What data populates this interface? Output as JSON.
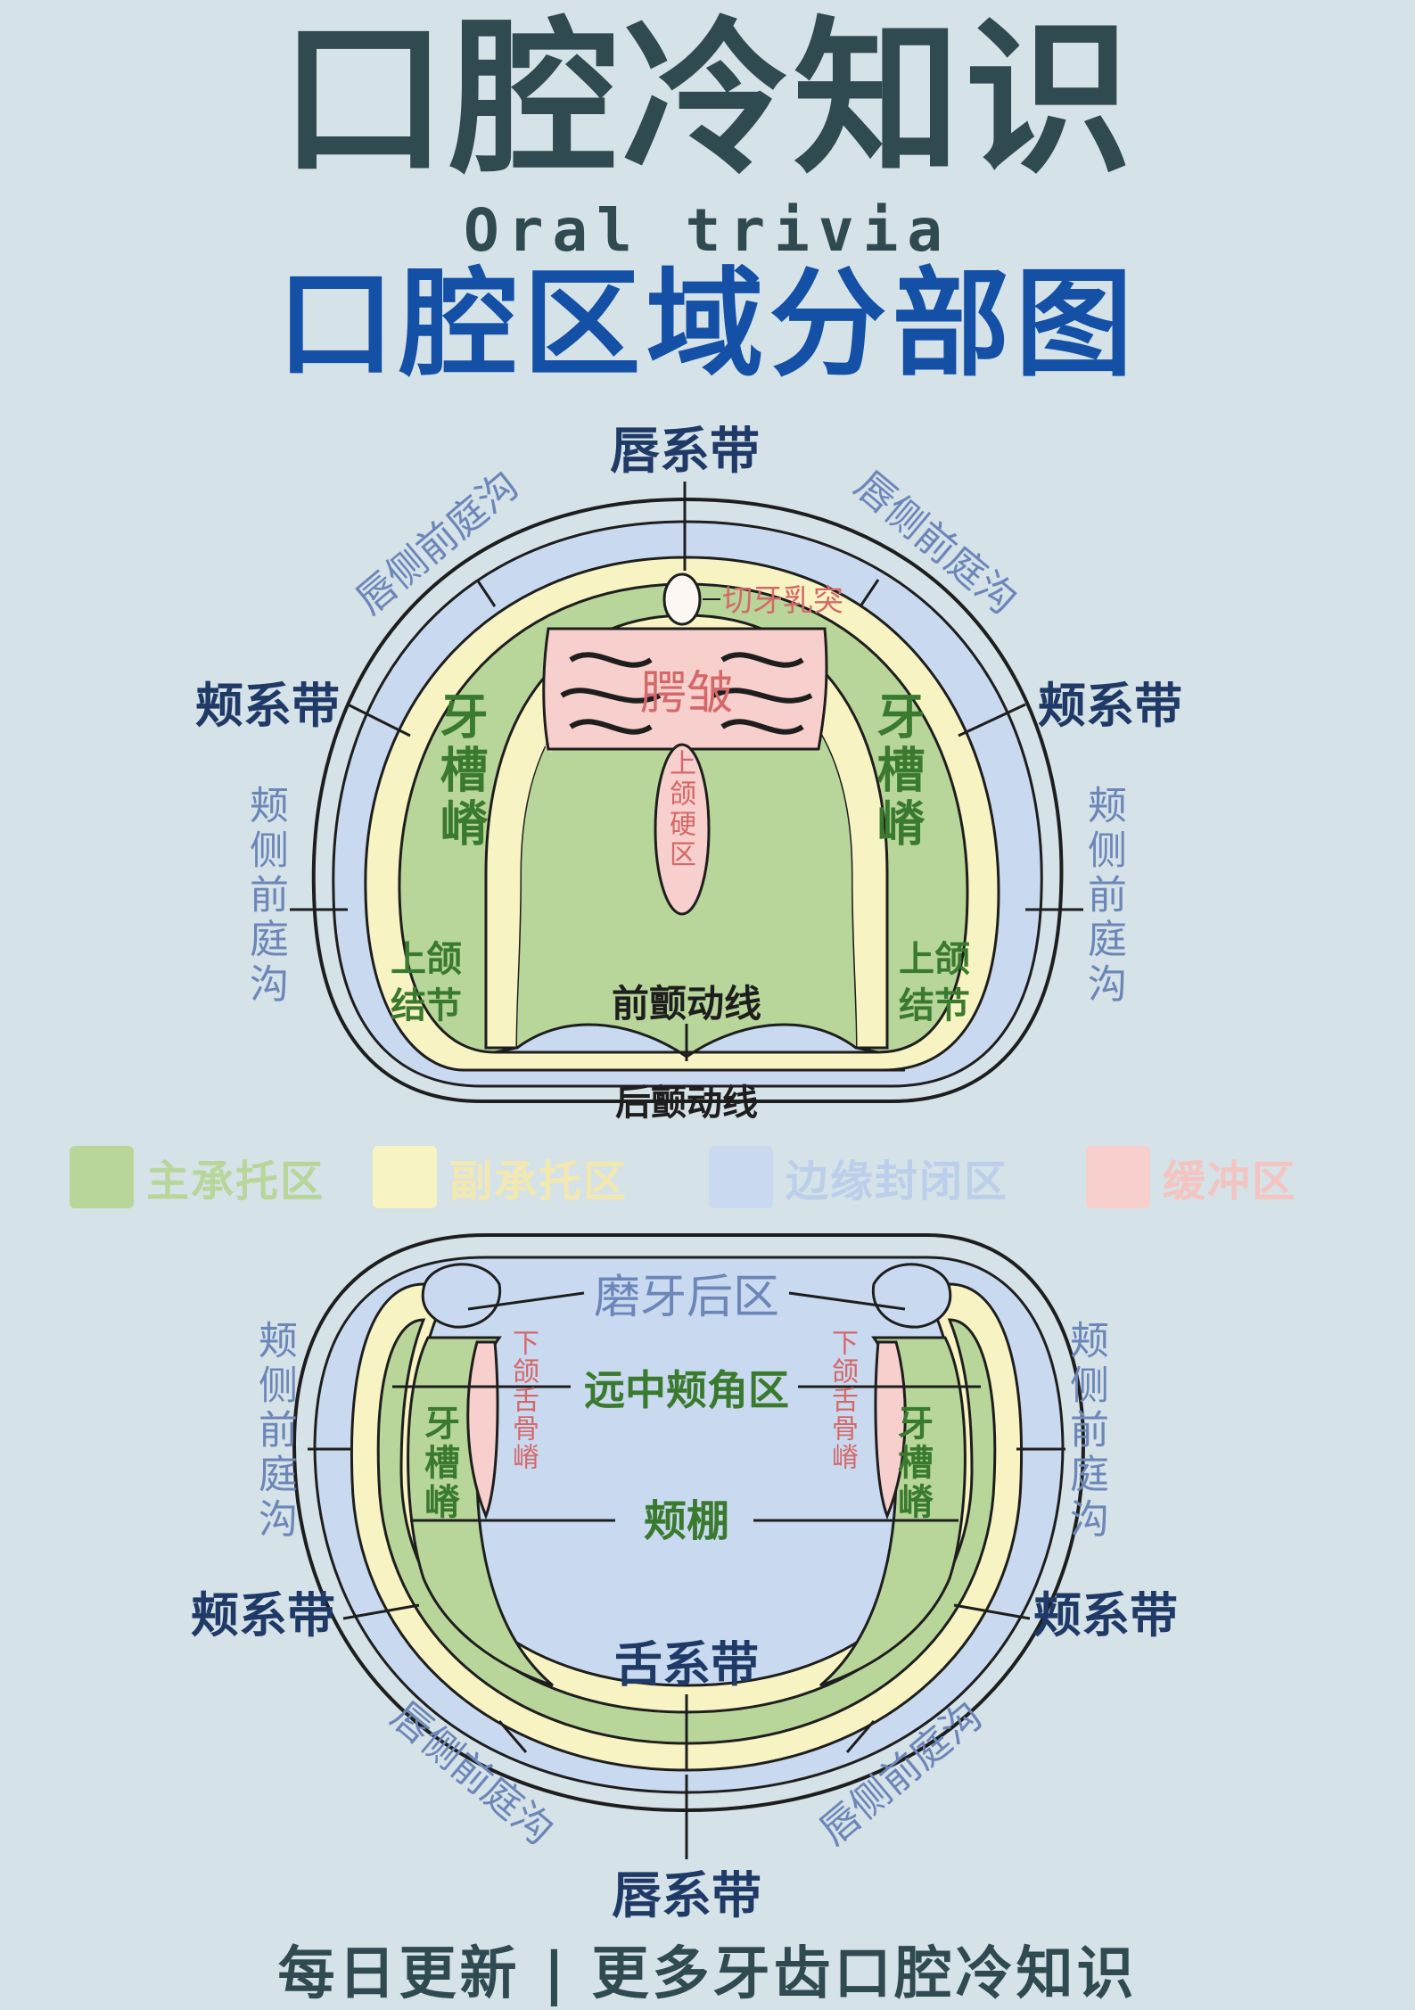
{
  "header": {
    "title": "口腔冷知识",
    "subtitle_en": "Oral trivia",
    "subtitle_cn": "口腔区域分部图"
  },
  "upper_jaw": {
    "labial_frenum": "唇系带",
    "labial_vestibule_left": "唇侧前庭沟",
    "labial_vestibule_right": "唇侧前庭沟",
    "buccal_frenum_left": "颊系带",
    "buccal_frenum_right": "颊系带",
    "buccal_vestibule_left": "颊侧前庭沟",
    "buccal_vestibule_right": "颊侧前庭沟",
    "incisive_papilla": "切牙乳突",
    "palatal_rugae": "腭皱",
    "alveolar_ridge_left": "牙槽嵴",
    "alveolar_ridge_right": "牙槽嵴",
    "maxillary_hard_area": "上颌硬区",
    "maxillary_tuberosity_left": "上颌结节",
    "maxillary_tuberosity_right": "上颌结节",
    "anterior_vibrating_line": "前颤动线",
    "posterior_vibrating_line": "后颤动线"
  },
  "legend": {
    "items": [
      {
        "label": "主承托区",
        "color": "#b8d69a"
      },
      {
        "label": "副承托区",
        "color": "#f8f3c2"
      },
      {
        "label": "边缘封闭区",
        "color": "#c9daf0"
      },
      {
        "label": "缓冲区",
        "color": "#f7cfcc"
      }
    ]
  },
  "lower_jaw": {
    "retromolar_pad": "磨牙后区",
    "mylohyoid_ridge_left": "下颌舌骨嵴",
    "mylohyoid_ridge_right": "下颌舌骨嵴",
    "distolingual_area": "远中颊角区",
    "buccal_shelf": "颊棚",
    "alveolar_ridge_left": "牙槽嵴",
    "alveolar_ridge_right": "牙槽嵴",
    "buccal_vestibule_left": "颊侧前庭沟",
    "buccal_vestibule_right": "颊侧前庭沟",
    "buccal_frenum_left": "颊系带",
    "buccal_frenum_right": "颊系带",
    "lingual_frenum": "舌系带",
    "labial_vestibule_left": "唇侧前庭沟",
    "labial_vestibule_right": "唇侧前庭沟",
    "labial_frenum": "唇系带"
  },
  "footer": {
    "text": "每日更新 | 更多牙齿口腔冷知识"
  },
  "colors": {
    "primary_support": "#b8d69a",
    "secondary_support": "#f8f3c2",
    "border_seal": "#c9daf0",
    "relief": "#f7cfcc",
    "title": "#2f4a50",
    "subtitle": "#1350a6"
  }
}
